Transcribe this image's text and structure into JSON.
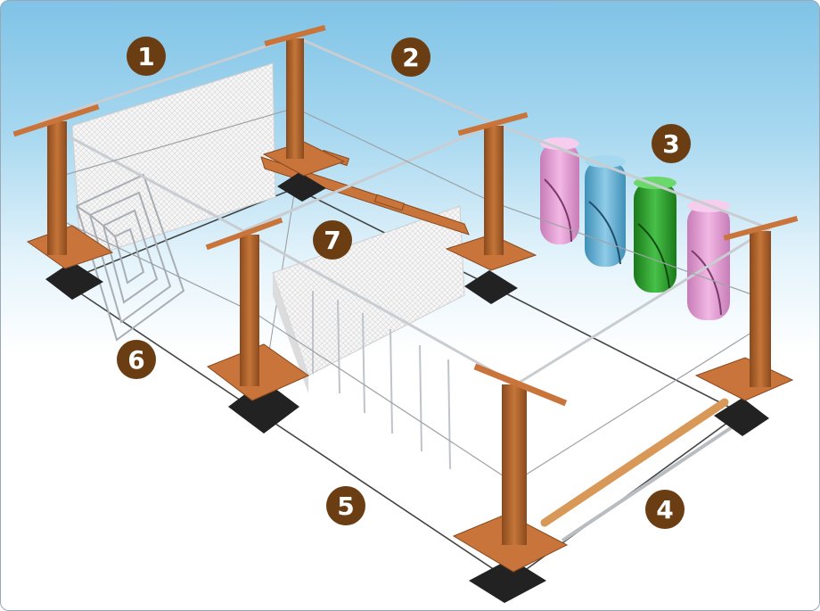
{
  "diagram": {
    "labels": [
      {
        "id": "station-1",
        "text": "1"
      },
      {
        "id": "station-2",
        "text": "2"
      },
      {
        "id": "station-3",
        "text": "3"
      },
      {
        "id": "station-4",
        "text": "4"
      },
      {
        "id": "station-5",
        "text": "5"
      },
      {
        "id": "station-6",
        "text": "6"
      },
      {
        "id": "station-7",
        "text": "7"
      }
    ],
    "colors": {
      "badge": "#6b3d12",
      "post": "#b8672e",
      "platform": "#c8743a",
      "cable": "#c9cdd2",
      "net": "#eeeeee",
      "bag_pink": "#e8a6d8",
      "bag_blue": "#6fb3d6",
      "bag_green": "#2fa12f"
    }
  }
}
